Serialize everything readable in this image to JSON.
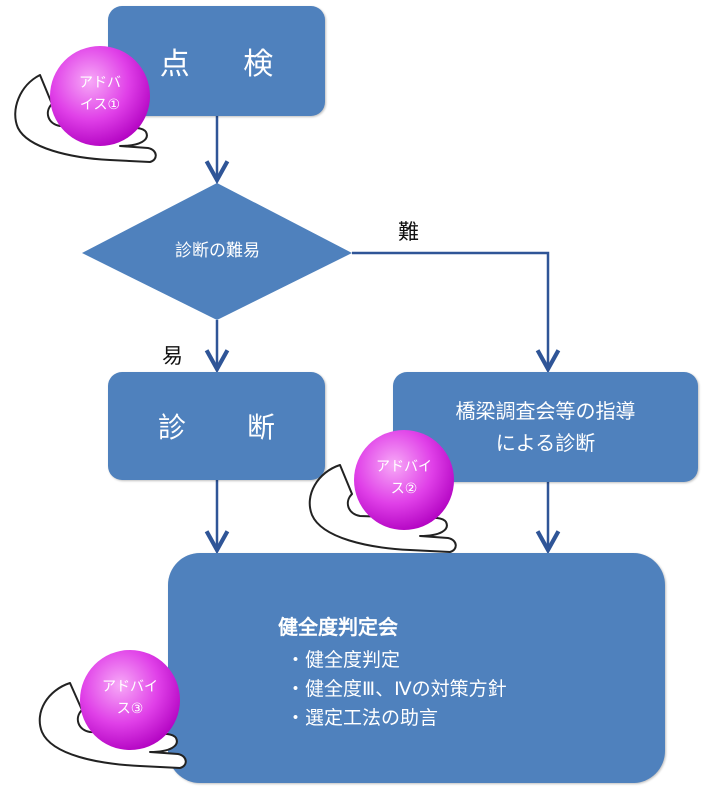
{
  "nodes": {
    "inspection": "点 検",
    "decision": "診断の難易",
    "diagnosis": "診 断",
    "guidance_line1": "橋梁調査会等の指導",
    "guidance_line2": "による診断",
    "meeting_title": "健全度判定会",
    "meeting_items": [
      "・健全度判定",
      "・健全度Ⅲ、Ⅳの対策方針",
      "・選定工法の助言"
    ]
  },
  "edge_labels": {
    "hard": "難",
    "easy": "易"
  },
  "advice": [
    {
      "line1": "アドバ",
      "line2": "イス①"
    },
    {
      "line1": "アドバイ",
      "line2": "ス②"
    },
    {
      "line1": "アドバイ",
      "line2": "ス③"
    }
  ],
  "colors": {
    "box_fill": "#4f81bd",
    "arrow": "#2f5597",
    "advice_ball": "#e040e8"
  }
}
